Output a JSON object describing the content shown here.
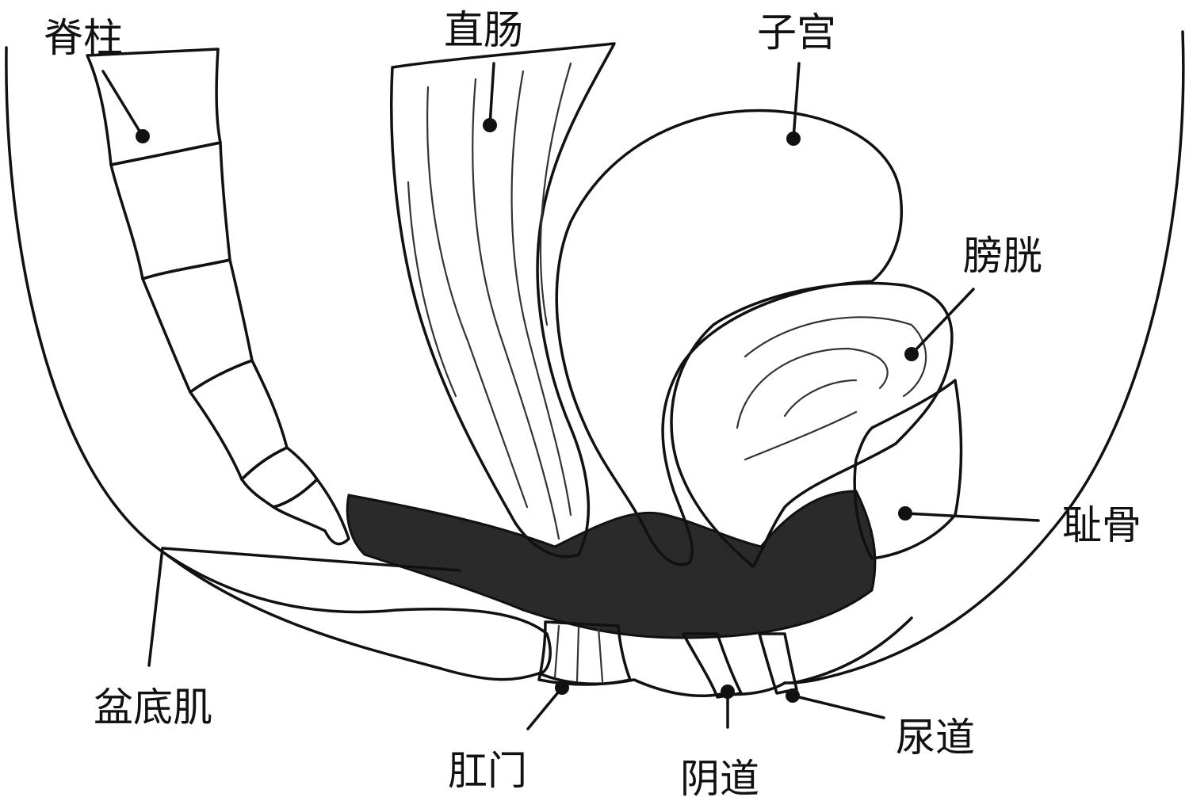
{
  "labels": {
    "spine": "脊柱",
    "rectum": "直肠",
    "uterus": "子宫",
    "bladder": "膀胱",
    "pubic_bone": "耻骨",
    "pelvic_floor": "盆底肌",
    "anus": "肛门",
    "vagina": "阴道",
    "urethra": "尿道"
  },
  "colors": {
    "ink": "#111111",
    "bone": "#e4e4e4",
    "rectum": "#d4d4d4",
    "uterus": "#a9a9a9",
    "bladder": "#ececec",
    "muscle": "#2a2a2a"
  }
}
